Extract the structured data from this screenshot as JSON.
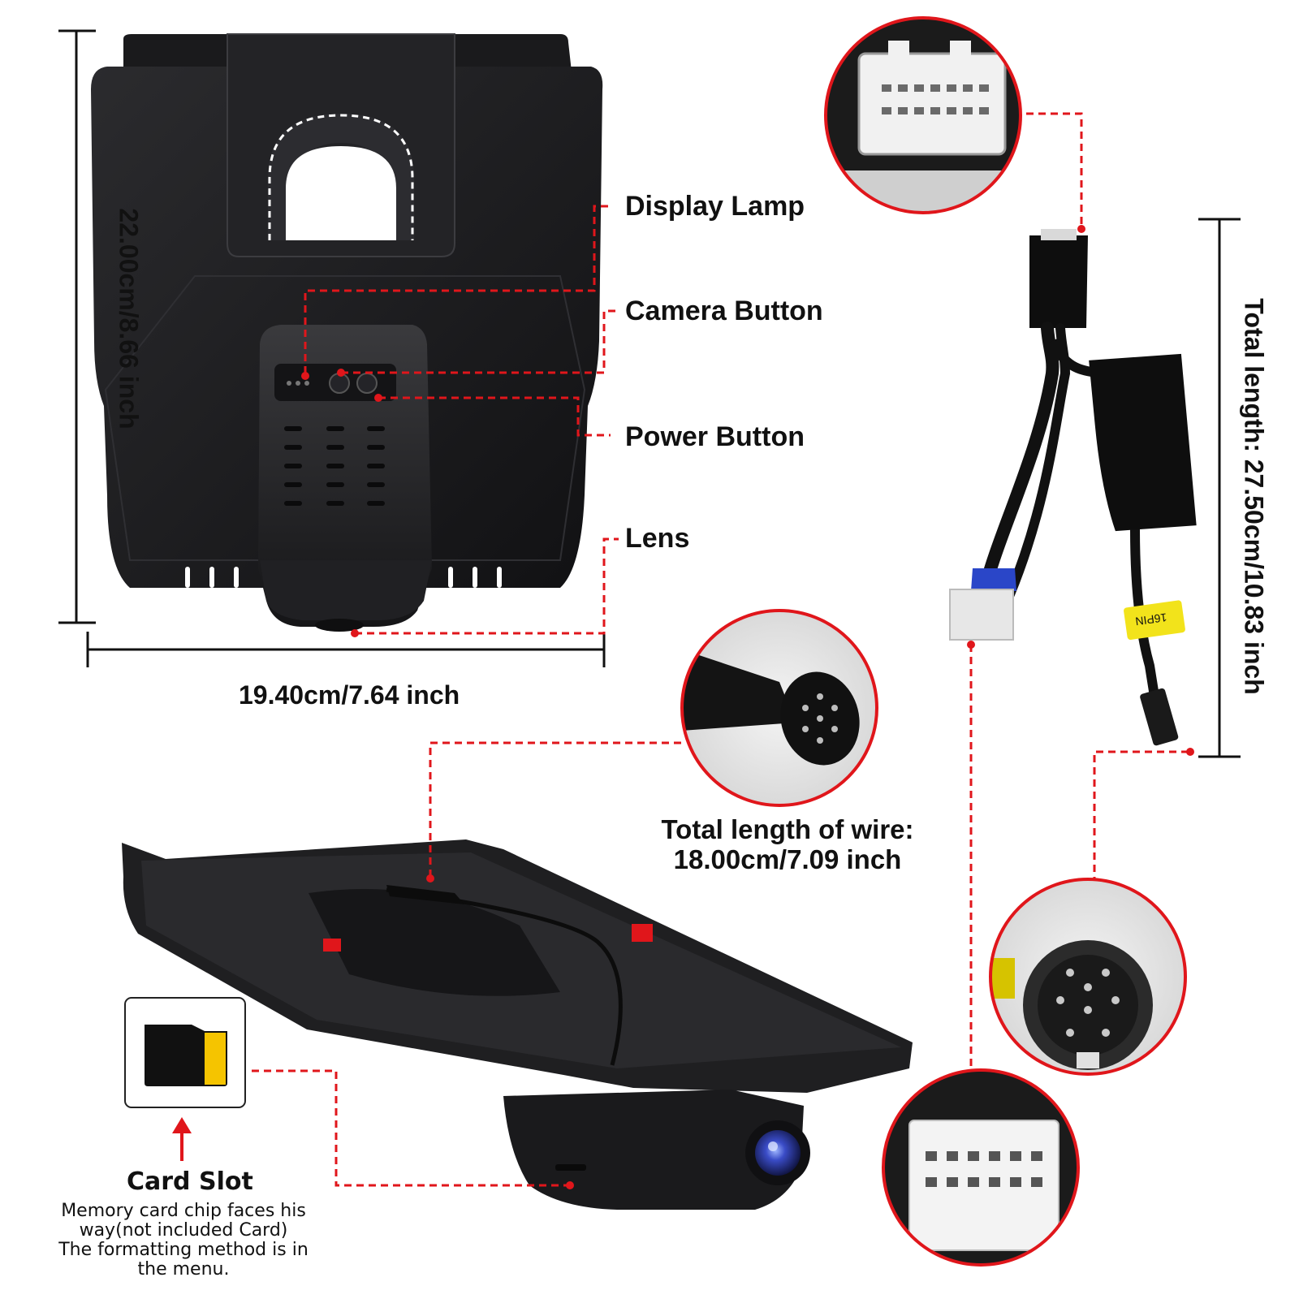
{
  "callouts": {
    "display_lamp": "Display Lamp",
    "camera_button": "Camera Button",
    "power_button": "Power Button",
    "lens": "Lens"
  },
  "dimensions": {
    "height": "22.00cm/8.66 inch",
    "width": "19.40cm/7.64 inch",
    "cable_total_length": "Total length: 27.50cm/10.83 inch",
    "wire_length_title": "Total length of wire:",
    "wire_length_value": "18.00cm/7.09 inch"
  },
  "connector_tag": "16PIN",
  "card_slot": {
    "title": "Card Slot",
    "note_lines": [
      "Memory card chip faces his",
      "way(not included Card)",
      "The formatting method is in",
      "the menu."
    ]
  },
  "colors": {
    "callout_red": "#e0161b",
    "device_black": "#1c1c1e",
    "sd_card_yellow": "#f5c400",
    "tag_yellow": "#f2e31b"
  }
}
